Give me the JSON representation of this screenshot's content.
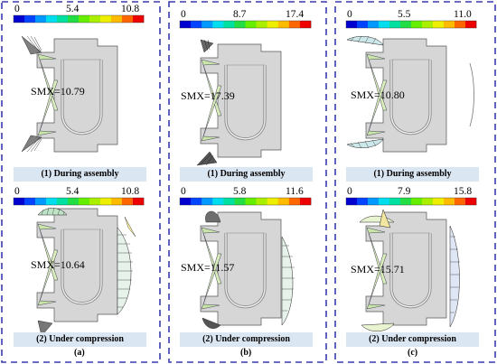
{
  "figure": {
    "columns": [
      {
        "letter": "(a)",
        "top": {
          "scale": {
            "min": "0",
            "mid": "5.4",
            "max": "10.8"
          },
          "smx": "SMX=10.79",
          "caption": "(1) During assembly"
        },
        "bottom": {
          "scale": {
            "min": "0",
            "mid": "5.4",
            "max": "10.8"
          },
          "smx": "SMX=10.64",
          "caption": "(2) Under compression"
        }
      },
      {
        "letter": "(b)",
        "top": {
          "scale": {
            "min": "0",
            "mid": "8.7",
            "max": "17.4"
          },
          "smx": "SMX=17.39",
          "caption": "(1) During assembly"
        },
        "bottom": {
          "scale": {
            "min": "0",
            "mid": "5.8",
            "max": "11.6"
          },
          "smx": "SMX=11.57",
          "caption": "(2) Under compression"
        }
      },
      {
        "letter": "(c)",
        "top": {
          "scale": {
            "min": "0",
            "mid": "5.5",
            "max": "11.0"
          },
          "smx": "SMX=10.80",
          "caption": "(1) During assembly"
        },
        "bottom": {
          "scale": {
            "min": "0",
            "mid": "7.9",
            "max": "15.8"
          },
          "smx": "SMX=15.71",
          "caption": "(2) Under compression"
        }
      }
    ],
    "colors": {
      "frame": "#3a3ab0",
      "part": "#d6d6d6",
      "caption_bg": "#dbe6f3",
      "colorbar": [
        "#0000d0",
        "#0044ff",
        "#0099ff",
        "#00ddee",
        "#00e0a0",
        "#22dd44",
        "#66ee00",
        "#aaee00",
        "#eeee00",
        "#ffbb00",
        "#ff6600",
        "#ee0000"
      ]
    }
  }
}
